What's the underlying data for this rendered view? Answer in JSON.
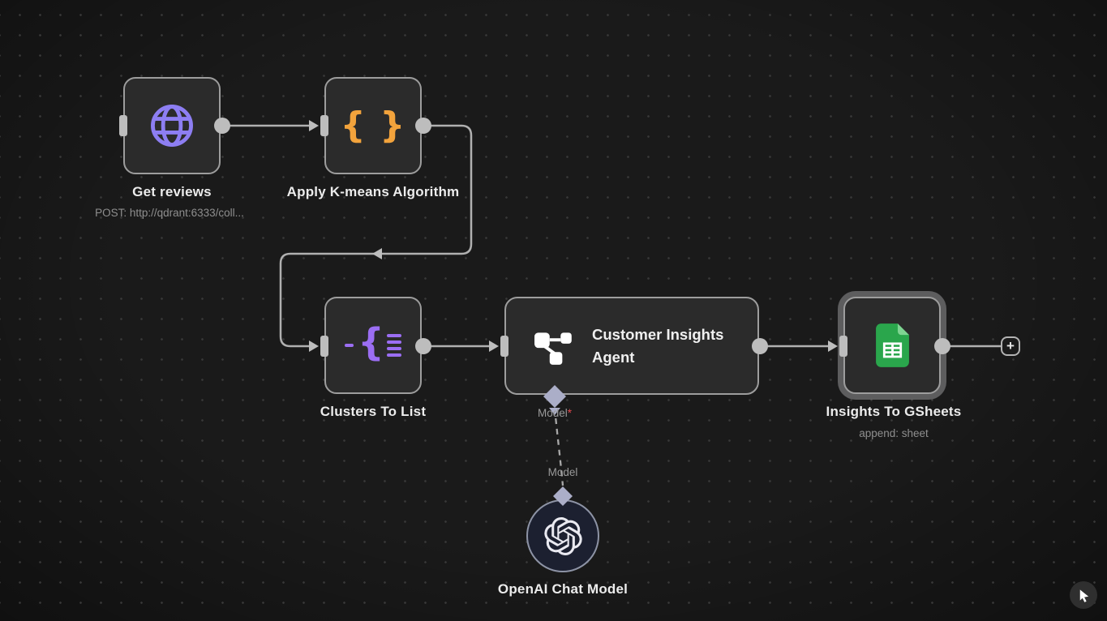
{
  "canvas": {
    "type": "workflow-editor-canvas",
    "grid": "dot",
    "background_color": "#1a1a1a",
    "colors": {
      "node_fill": "#2b2b2b",
      "node_border": "#9d9d9d",
      "wire": "#b0b0b0",
      "http_icon": "#8d7ef2",
      "code_icon": "#f2a33c",
      "split_icon": "#9b6ef3",
      "gsheets_icon": "#2aa64c",
      "openai_node_fill": "#1c2030",
      "required_asterisk": "#e5484d",
      "connector_diamond": "#abaec8"
    }
  },
  "nodes": {
    "get_reviews": {
      "label": "Get reviews",
      "subtitle": "POST: http://qdrant:6333/coll...",
      "icon": "globe-icon"
    },
    "apply_kmeans": {
      "label": "Apply K-means Algorithm",
      "icon": "code-braces-icon",
      "glyph": "{ }"
    },
    "clusters_to_list": {
      "label": "Clusters To List",
      "icon": "list-split-icon",
      "brace_glyph": "{"
    },
    "customer_insights_agent": {
      "label": "Customer Insights Agent",
      "icon": "agent-icon",
      "model_port_label": "Model",
      "required_marker": "*"
    },
    "openai_chat_model": {
      "label": "OpenAI Chat Model",
      "icon": "openai-icon",
      "port_label": "Model"
    },
    "insights_to_gsheets": {
      "label": "Insights To GSheets",
      "subtitle": "append: sheet",
      "icon": "google-sheets-icon",
      "selected": true
    }
  },
  "controls": {
    "add_node_label": "+",
    "pointer_tool": "cursor-pointer"
  }
}
